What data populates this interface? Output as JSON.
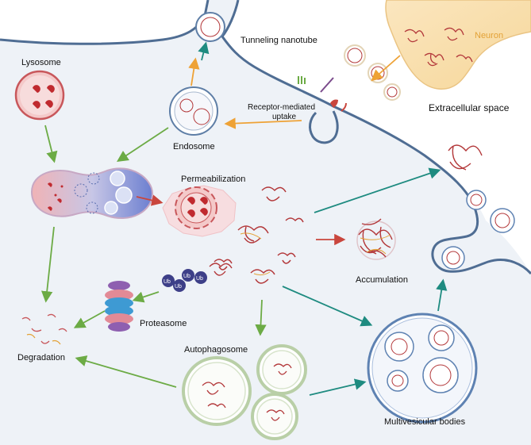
{
  "labels": {
    "tunneling_nanotube": "Tunneling nanotube",
    "neuron": "Neuron",
    "lysosome": "Lysosome",
    "receptor_mediated": "Receptor-mediated",
    "uptake": "uptake",
    "extracellular_space": "Extracellular space",
    "endosome": "Endosome",
    "permeabilization": "Permeabilization",
    "ub1": "Ub",
    "ub2": "Ub",
    "ub3": "Ub",
    "ub4": "Ub",
    "accumulation": "Accumulation",
    "proteasome": "Proteasome",
    "degradation": "Degradation",
    "autophagosome": "Autophagosome",
    "multivesicular_bodies": "Multivesicular bodies"
  },
  "colors": {
    "cytoplasm": "#eef2f7",
    "membrane": "#4f6d93",
    "neuron_label": "#e3a237",
    "orange_arrow": "#eea236",
    "green_arrow": "#6cab45",
    "red_arrow": "#c9463d",
    "teal_arrow": "#1e8b80",
    "lysosome": "#c8575b",
    "endosome": "#5e7ea6",
    "autophagosome": "#b9cfa7",
    "mvb": "#5e82b2",
    "fibril": "#b3383a",
    "ubiquitin": "#3d3f88"
  },
  "icons": [
    "lysosome-icon",
    "endosome-icon",
    "neuron-icon",
    "proteasome-icon",
    "receptor-icon",
    "fibril-icon",
    "ubiquitin-icon"
  ]
}
